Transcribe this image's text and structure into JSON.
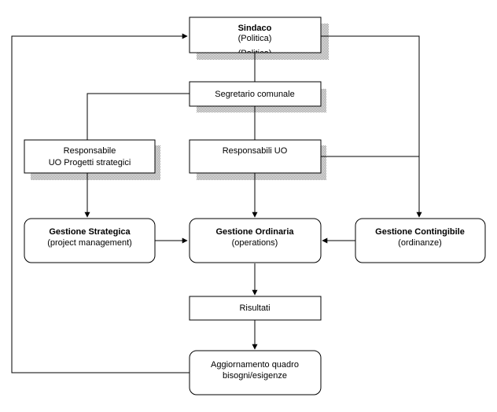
{
  "nodes": {
    "sindaco": {
      "title": "Sindaco",
      "subtitle": "(Politica)",
      "subtitle2": "(Politica)"
    },
    "segretario": {
      "label": "Segretario comunale"
    },
    "resp_progetti": {
      "line1": "Responsabile",
      "line2": "UO Progetti strategici"
    },
    "resp_uo": {
      "label": "Responsabili UO"
    },
    "gestione_strategica": {
      "title": "Gestione Strategica",
      "subtitle": "(project management)"
    },
    "gestione_ordinaria": {
      "title": "Gestione Ordinaria",
      "subtitle": "(operations)"
    },
    "gestione_contingibile": {
      "title": "Gestione Contingibile",
      "subtitle": "(ordinanze)"
    },
    "risultati": {
      "label": "Risultati"
    },
    "aggiornamento": {
      "line1": "Aggiornamento quadro",
      "line2": "bisogni/esigenze"
    }
  },
  "colors": {
    "stroke": "#000000",
    "shadow": "#a6a6a6",
    "fill": "#ffffff"
  }
}
